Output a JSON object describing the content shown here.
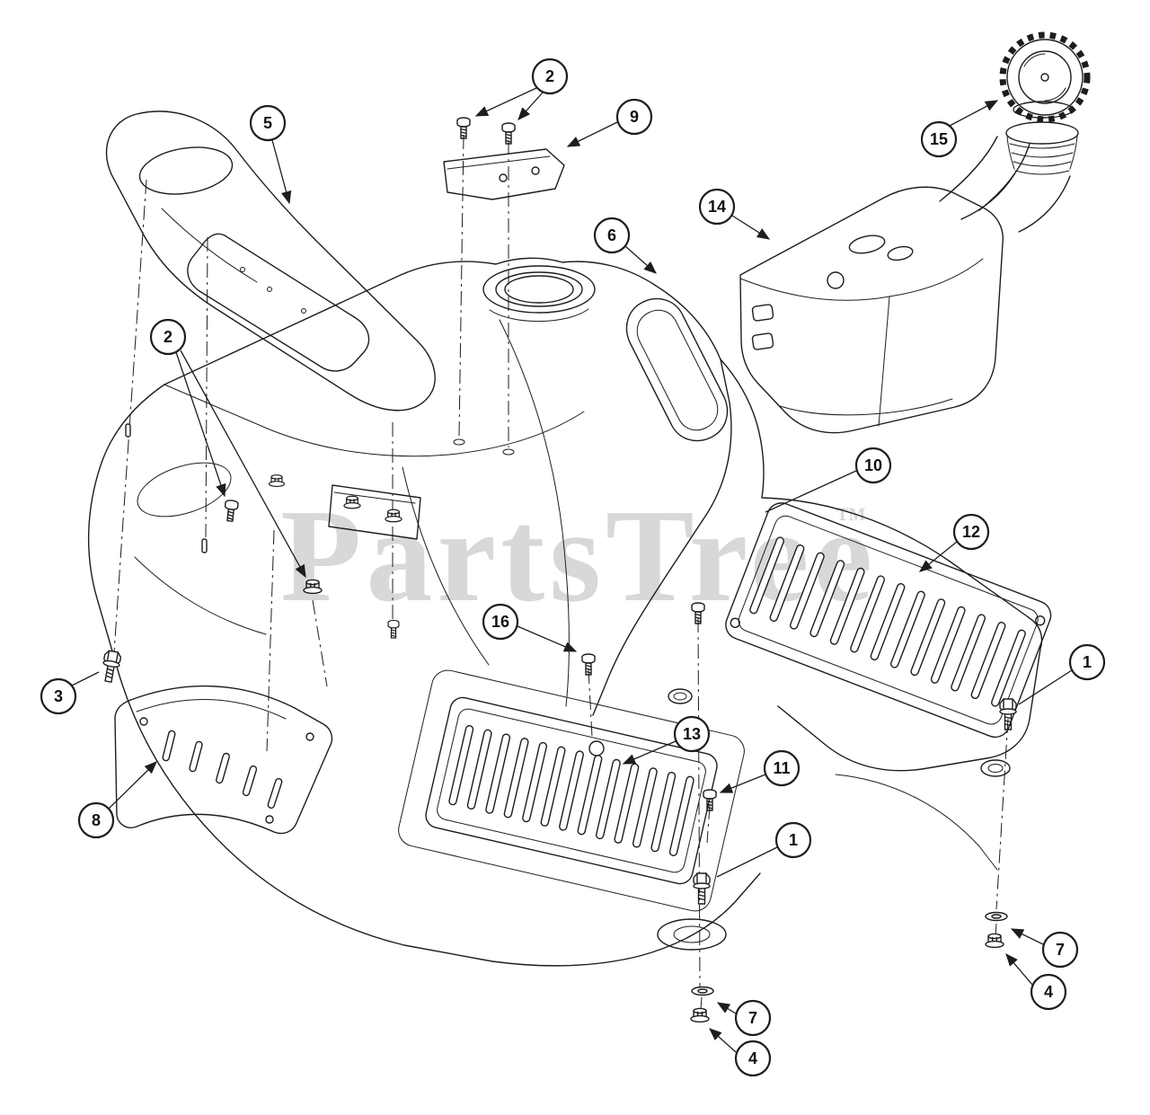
{
  "watermark": {
    "text": "PartsTree",
    "tm": "™"
  },
  "colors": {
    "ink": "#1d1d1d",
    "watermark": "#d8d8d8",
    "background": "#ffffff"
  },
  "callouts": [
    {
      "label": "2"
    },
    {
      "label": "9"
    },
    {
      "label": "15"
    },
    {
      "label": "14"
    },
    {
      "label": "5"
    },
    {
      "label": "6"
    },
    {
      "label": "2"
    },
    {
      "label": "10"
    },
    {
      "label": "12"
    },
    {
      "label": "16"
    },
    {
      "label": "1"
    },
    {
      "label": "13"
    },
    {
      "label": "11"
    },
    {
      "label": "3"
    },
    {
      "label": "8"
    },
    {
      "label": "1"
    },
    {
      "label": "7"
    },
    {
      "label": "4"
    },
    {
      "label": "7"
    },
    {
      "label": "4"
    }
  ]
}
